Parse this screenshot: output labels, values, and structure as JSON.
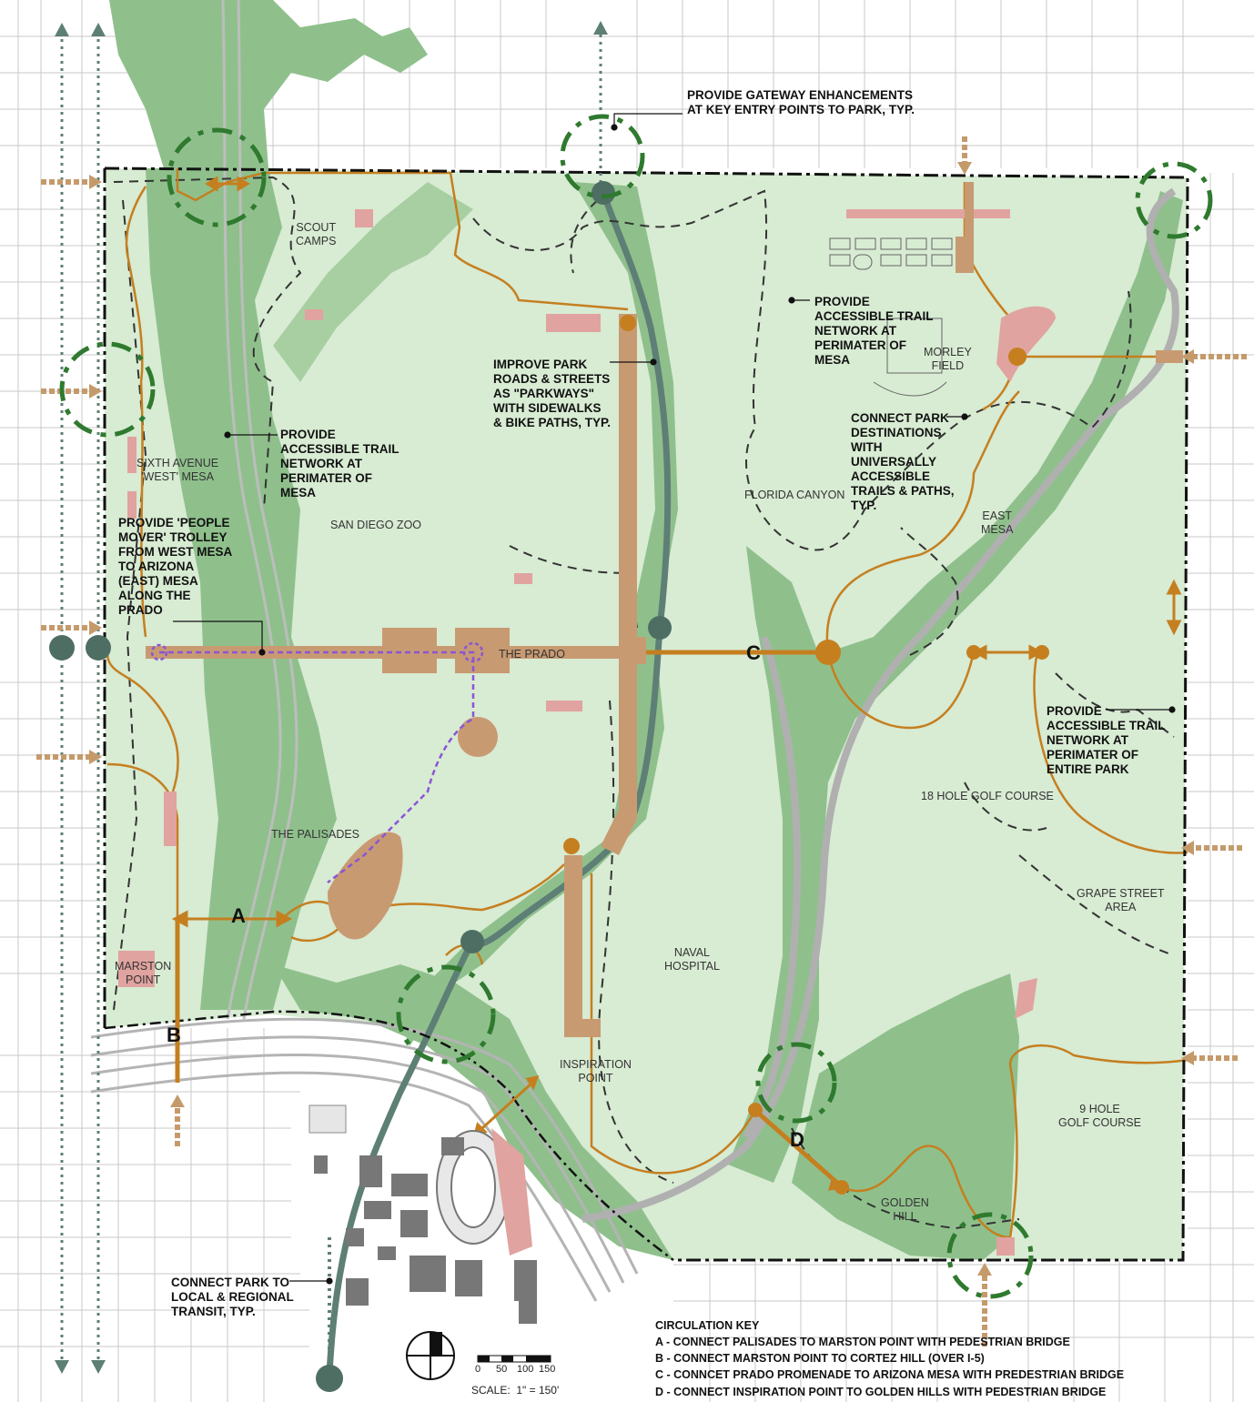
{
  "callouts": {
    "gateway": "PROVIDE GATEWAY ENHANCEMENTS\nAT KEY ENTRY POINTS TO PARK, TYP.",
    "trail_west": "PROVIDE\nACCESSIBLE TRAIL\nNETWORK AT\nPERIMATER OF\nMESA",
    "parkways": "IMPROVE PARK\nROADS & STREETS\nAS \"PARKWAYS\"\nWITH SIDEWALKS\n& BIKE PATHS, TYP.",
    "trail_east": "PROVIDE\nACCESSIBLE TRAIL\nNETWORK AT\nPERIMATER OF\nMESA",
    "connect_destinations": "CONNECT PARK\nDESTINATIONS\nWITH\nUNIVERSALLY\nACCESSIBLE\nTRAILS & PATHS,\nTYP.",
    "trolley": "PROVIDE 'PEOPLE\nMOVER' TROLLEY\nFROM WEST MESA\nTO ARIZONA\n(EAST) MESA\nALONG THE\nPRADO",
    "trail_entire": "PROVIDE\nACCESSIBLE TRAIL\nNETWORK AT\nPERIMATER OF\nENTIRE PARK",
    "transit": "CONNECT PARK TO\nLOCAL & REGIONAL\nTRANSIT, TYP."
  },
  "places": {
    "scout_camps": "SCOUT\nCAMPS",
    "sixth_avenue": "SIXTH AVENUE\n'WEST' MESA",
    "san_diego_zoo": "SAN DIEGO ZOO",
    "the_prado": "THE PRADO",
    "morley_field": "MORLEY\nFIELD",
    "florida_canyon": "FLORIDA CANYON",
    "east_mesa": "EAST\nMESA",
    "the_palisades": "THE PALISADES",
    "marston_point": "MARSTON\nPOINT",
    "naval_hospital": "NAVAL\nHOSPITAL",
    "inspiration_point": "INSPIRATION\nPOINT",
    "golf_18": "18 HOLE GOLF COURSE",
    "grape_street": "GRAPE STREET\nAREA",
    "golf_9": "9 HOLE\nGOLF COURSE",
    "golden_hill": "GOLDEN\nHILL"
  },
  "bridges": {
    "a": "A",
    "b": "B",
    "c": "C",
    "d": "D"
  },
  "circulation_key": {
    "title": "CIRCULATION KEY",
    "items": [
      "A - CONNECT PALISADES TO MARSTON POINT WITH PEDESTRIAN BRIDGE",
      "B - CONNECT MARSTON POINT TO CORTEZ HILL (OVER I-5)",
      "C - CONNCET PRADO PROMENADE TO ARIZONA MESA WITH PREDESTRIAN BRIDGE",
      "D - CONNECT INSPIRATION POINT TO GOLDEN HILLS WITH PEDESTRIAN BRIDGE"
    ]
  },
  "scale": {
    "ticks": [
      "0",
      "50",
      "100",
      "150"
    ],
    "label": "SCALE:  1\" = 150'"
  },
  "colors": {
    "park": "#d8ebd3",
    "canyon": "#8fc08c",
    "trail": "#c57f1f",
    "plaza": "#c89a72",
    "road": "#5e7f75",
    "gateway": "#2f7a2f",
    "trolley": "#8a55d6",
    "building_pink": "#e0a3a0"
  }
}
